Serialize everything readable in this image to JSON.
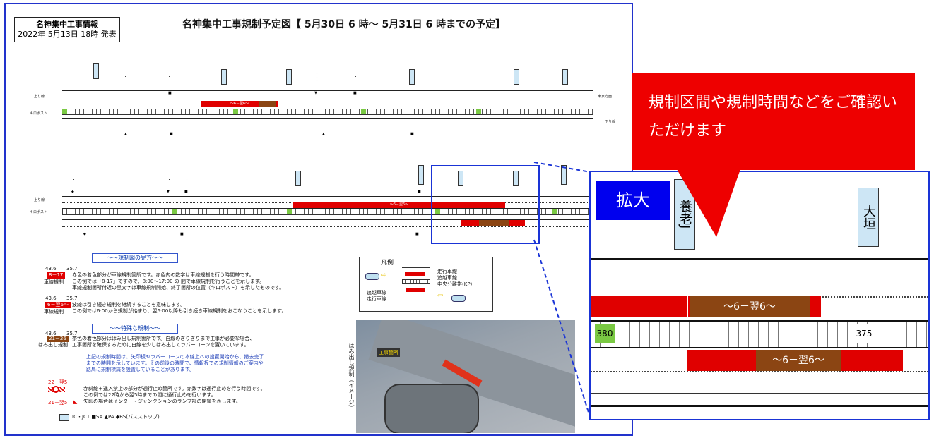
{
  "document": {
    "issuer_name": "名神集中工事情報",
    "issue_date": "2022年 5月13日 18時 発表",
    "title": "名神集中工事規制予定図【 5月30日  6 時～ 5月31日  6 時までの予定】",
    "upper_label": "上り線",
    "lower_label": "下り線",
    "kilopost_label": "キロポスト",
    "tokyo_label": "東京方面",
    "band_label": "～6－翌6～",
    "section1_title": "～～規制図の見方～～",
    "section1_lines": [
      "赤色の着色部分が車線規制箇所です。赤色内の数字は車線規制を行う時間帯です。",
      "この例では「8-17」ですので、8:00～17:00 の 間で車線規制を行うことを示します。",
      "車線規制箇所付近の黒文字は車線規制開始、終了箇所の位置（キロポスト）を示したものです。",
      "波線は引き続き規制を継続することを意味します。",
      "この例では6:00から規制が始まり、翌6:00以降も引き続き車線規制をおこなうことを示します。"
    ],
    "tag_8_17": "8－17",
    "tag_6_6": "6－翌6～",
    "lane_reg_label": "車線規制",
    "section2_title": "～～特殊な規制～～",
    "section2_lines": [
      "茶色の着色部分ははみ出し規制箇所です。白線のぎりぎりまで工事が必要な場合、",
      "工事箇所を確保するために白線を少しはみ出してラバーコーンを置いています。"
    ],
    "tag_21_26": "21－26",
    "hamidashi_label": "はみ出し規制",
    "section2_note": [
      "上記の規制時間は、矢印板やラバーコーンの本線上への設置開始から、撤去完了",
      "までの時間を示しています。その前後の時間で、情報板での規制情報のご案内や",
      "路肩に規制標識を設置していることがあります。"
    ],
    "stop_tag": "22－翌5",
    "stop_lines": [
      "赤斜線＋進入禁止の部分が通行止め箇所です。赤数字は通行止めを行う時間です。",
      "この例では22時から翌5時までの間に通行止めを行います。",
      "矢印の場合はインター・ジャンクションのランプ部の閉鎖を表します。"
    ],
    "ramp_tag": "21－翌5",
    "symbols_legend": "IC・JCT ■SA ▲PA ◆BS(バスストップ)",
    "km_values": [
      "43.6",
      "35.7"
    ],
    "legend": {
      "title": "凡例",
      "items": [
        "走行車線",
        "追越車線",
        "中央分離帯(KP)",
        "追越車線",
        "走行車線"
      ]
    },
    "photo_caption": "はみ出し規制（イメージ）",
    "photo_sign": "工事箇所"
  },
  "callout": {
    "text": "規制区間や規制時間などをご確認いただけます"
  },
  "zoom": {
    "badge": "拡大",
    "ic_left": "養老J",
    "ic_right": "大垣",
    "band_label": "～6－翌6～",
    "band_label_lower": "～6－翌6～",
    "kp_left": "380",
    "kp_right": "375"
  },
  "colors": {
    "frame_blue": "#1a34d6",
    "regulation_red": "#e00000",
    "hamidashi_brown": "#8b4513",
    "ic_box": "#cde6f5",
    "badge_blue": "#0000ee",
    "kp_green": "#7ac943"
  }
}
